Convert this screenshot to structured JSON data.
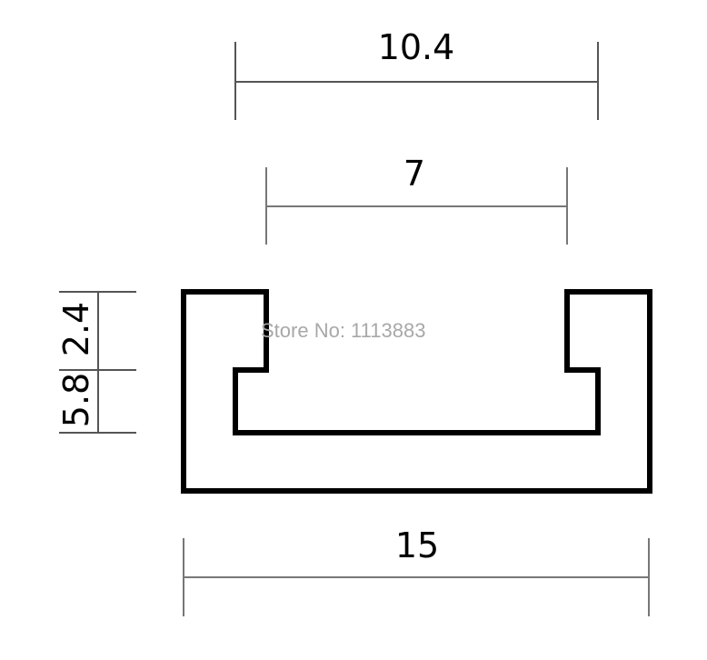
{
  "diagram": {
    "type": "profile-cross-section",
    "description": "T-track / slot profile cross-section with dimensions",
    "colors": {
      "background": "#ffffff",
      "profile_stroke": "#000000",
      "dimension_line": "#555555",
      "dimension_text": "#000000",
      "watermark": "#a8a8a8"
    },
    "dimensions": {
      "top_opening_width": {
        "label": "10.4"
      },
      "slot_width": {
        "label": "7"
      },
      "overall_width": {
        "label": "15"
      },
      "lip_height": {
        "label": "2.4"
      },
      "slot_depth": {
        "label": "5.8"
      }
    },
    "watermark": {
      "text": "Store No: 1113883"
    }
  }
}
